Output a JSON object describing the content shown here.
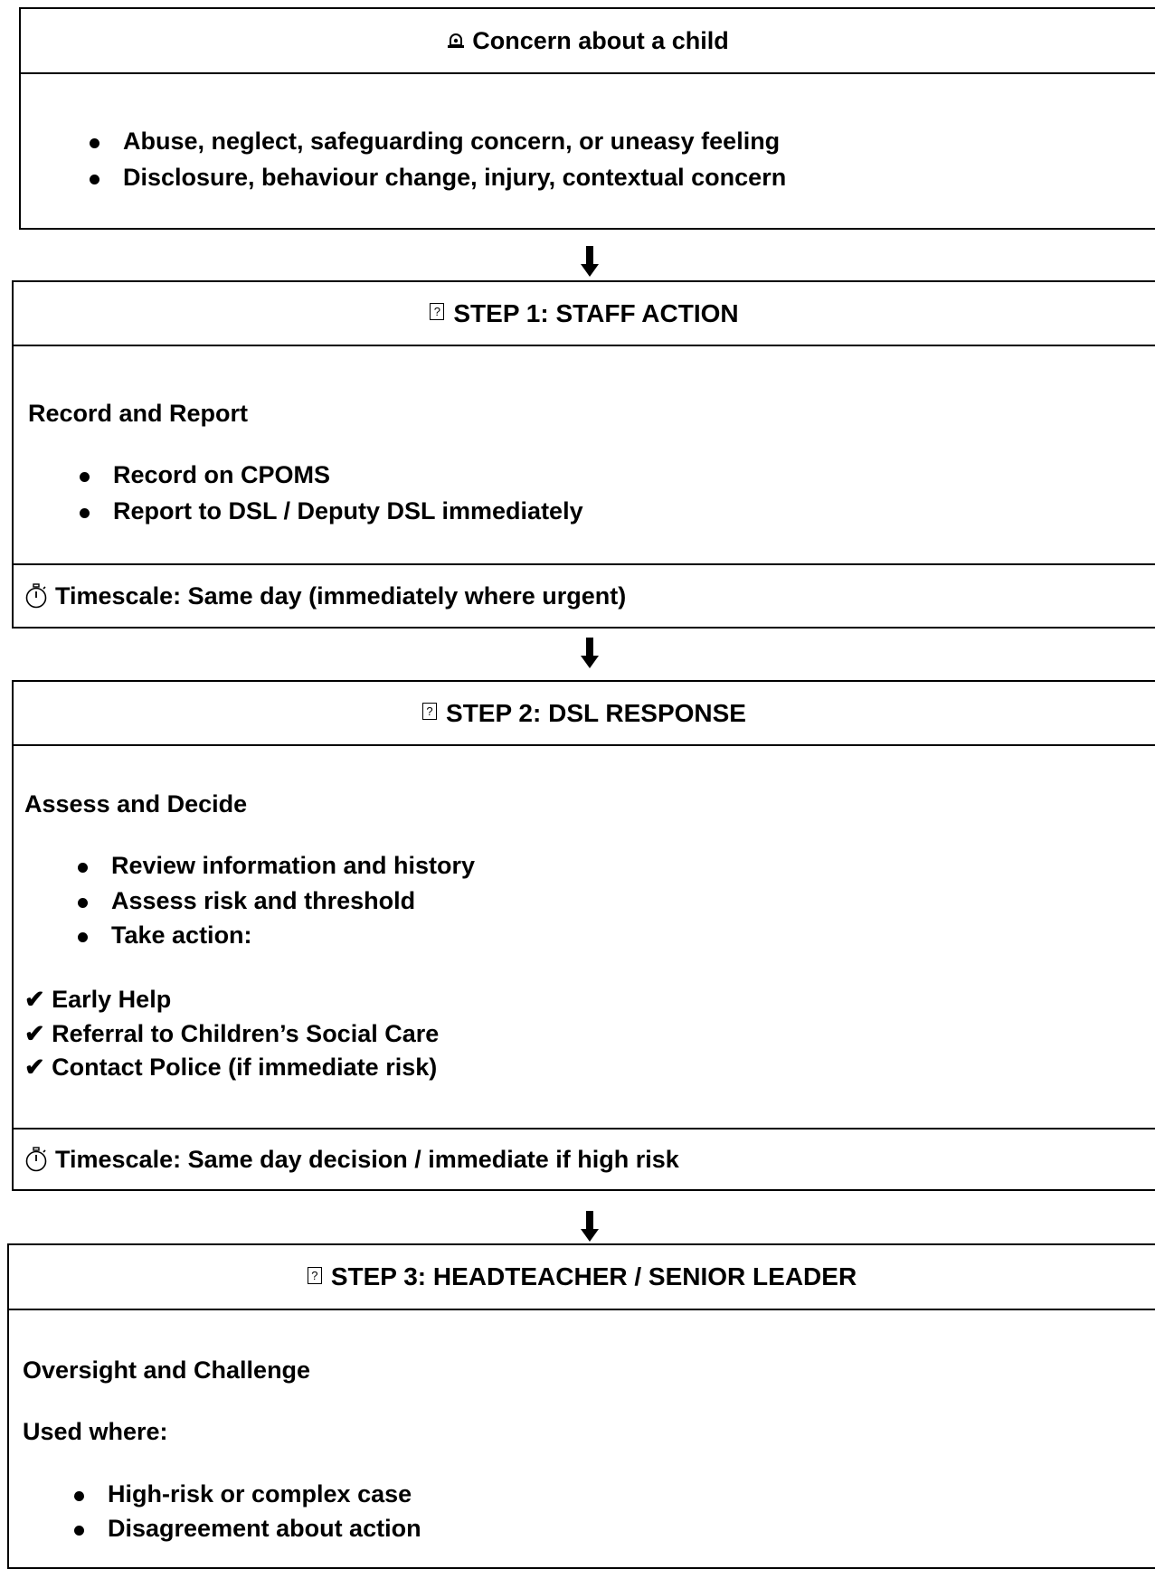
{
  "concern": {
    "icon": "police-light-icon",
    "title": "Concern about a child",
    "bullets": [
      "Abuse, neglect, safeguarding concern, or uneasy feeling",
      "Disclosure, behaviour change, injury, contextual concern"
    ]
  },
  "step1": {
    "icon": "missing-glyph-icon",
    "title": "STEP 1: STAFF ACTION",
    "subtitle": "Record and Report",
    "bullets": [
      "Record on CPOMS",
      "Report to DSL / Deputy DSL immediately"
    ],
    "timescale_icon": "stopwatch-icon",
    "timescale": "Timescale: Same day (immediately where urgent)"
  },
  "step2": {
    "icon": "missing-glyph-icon",
    "title": "STEP 2: DSL RESPONSE",
    "subtitle": "Assess and Decide",
    "bullets": [
      "Review information and history",
      "Assess risk and threshold",
      "Take action:"
    ],
    "checks": [
      "✔ Early Help",
      "✔ Referral to Children’s Social Care",
      "✔ Contact Police (if immediate risk)"
    ],
    "timescale_icon": "stopwatch-icon",
    "timescale": "Timescale: Same day decision / immediate if high risk"
  },
  "step3": {
    "icon": "missing-glyph-icon",
    "title": "STEP 3: HEADTEACHER / SENIOR LEADER",
    "subtitle": "Oversight and Challenge",
    "used_where": "Used where:",
    "bullets": [
      "High-risk or complex case",
      "Disagreement about action"
    ]
  }
}
